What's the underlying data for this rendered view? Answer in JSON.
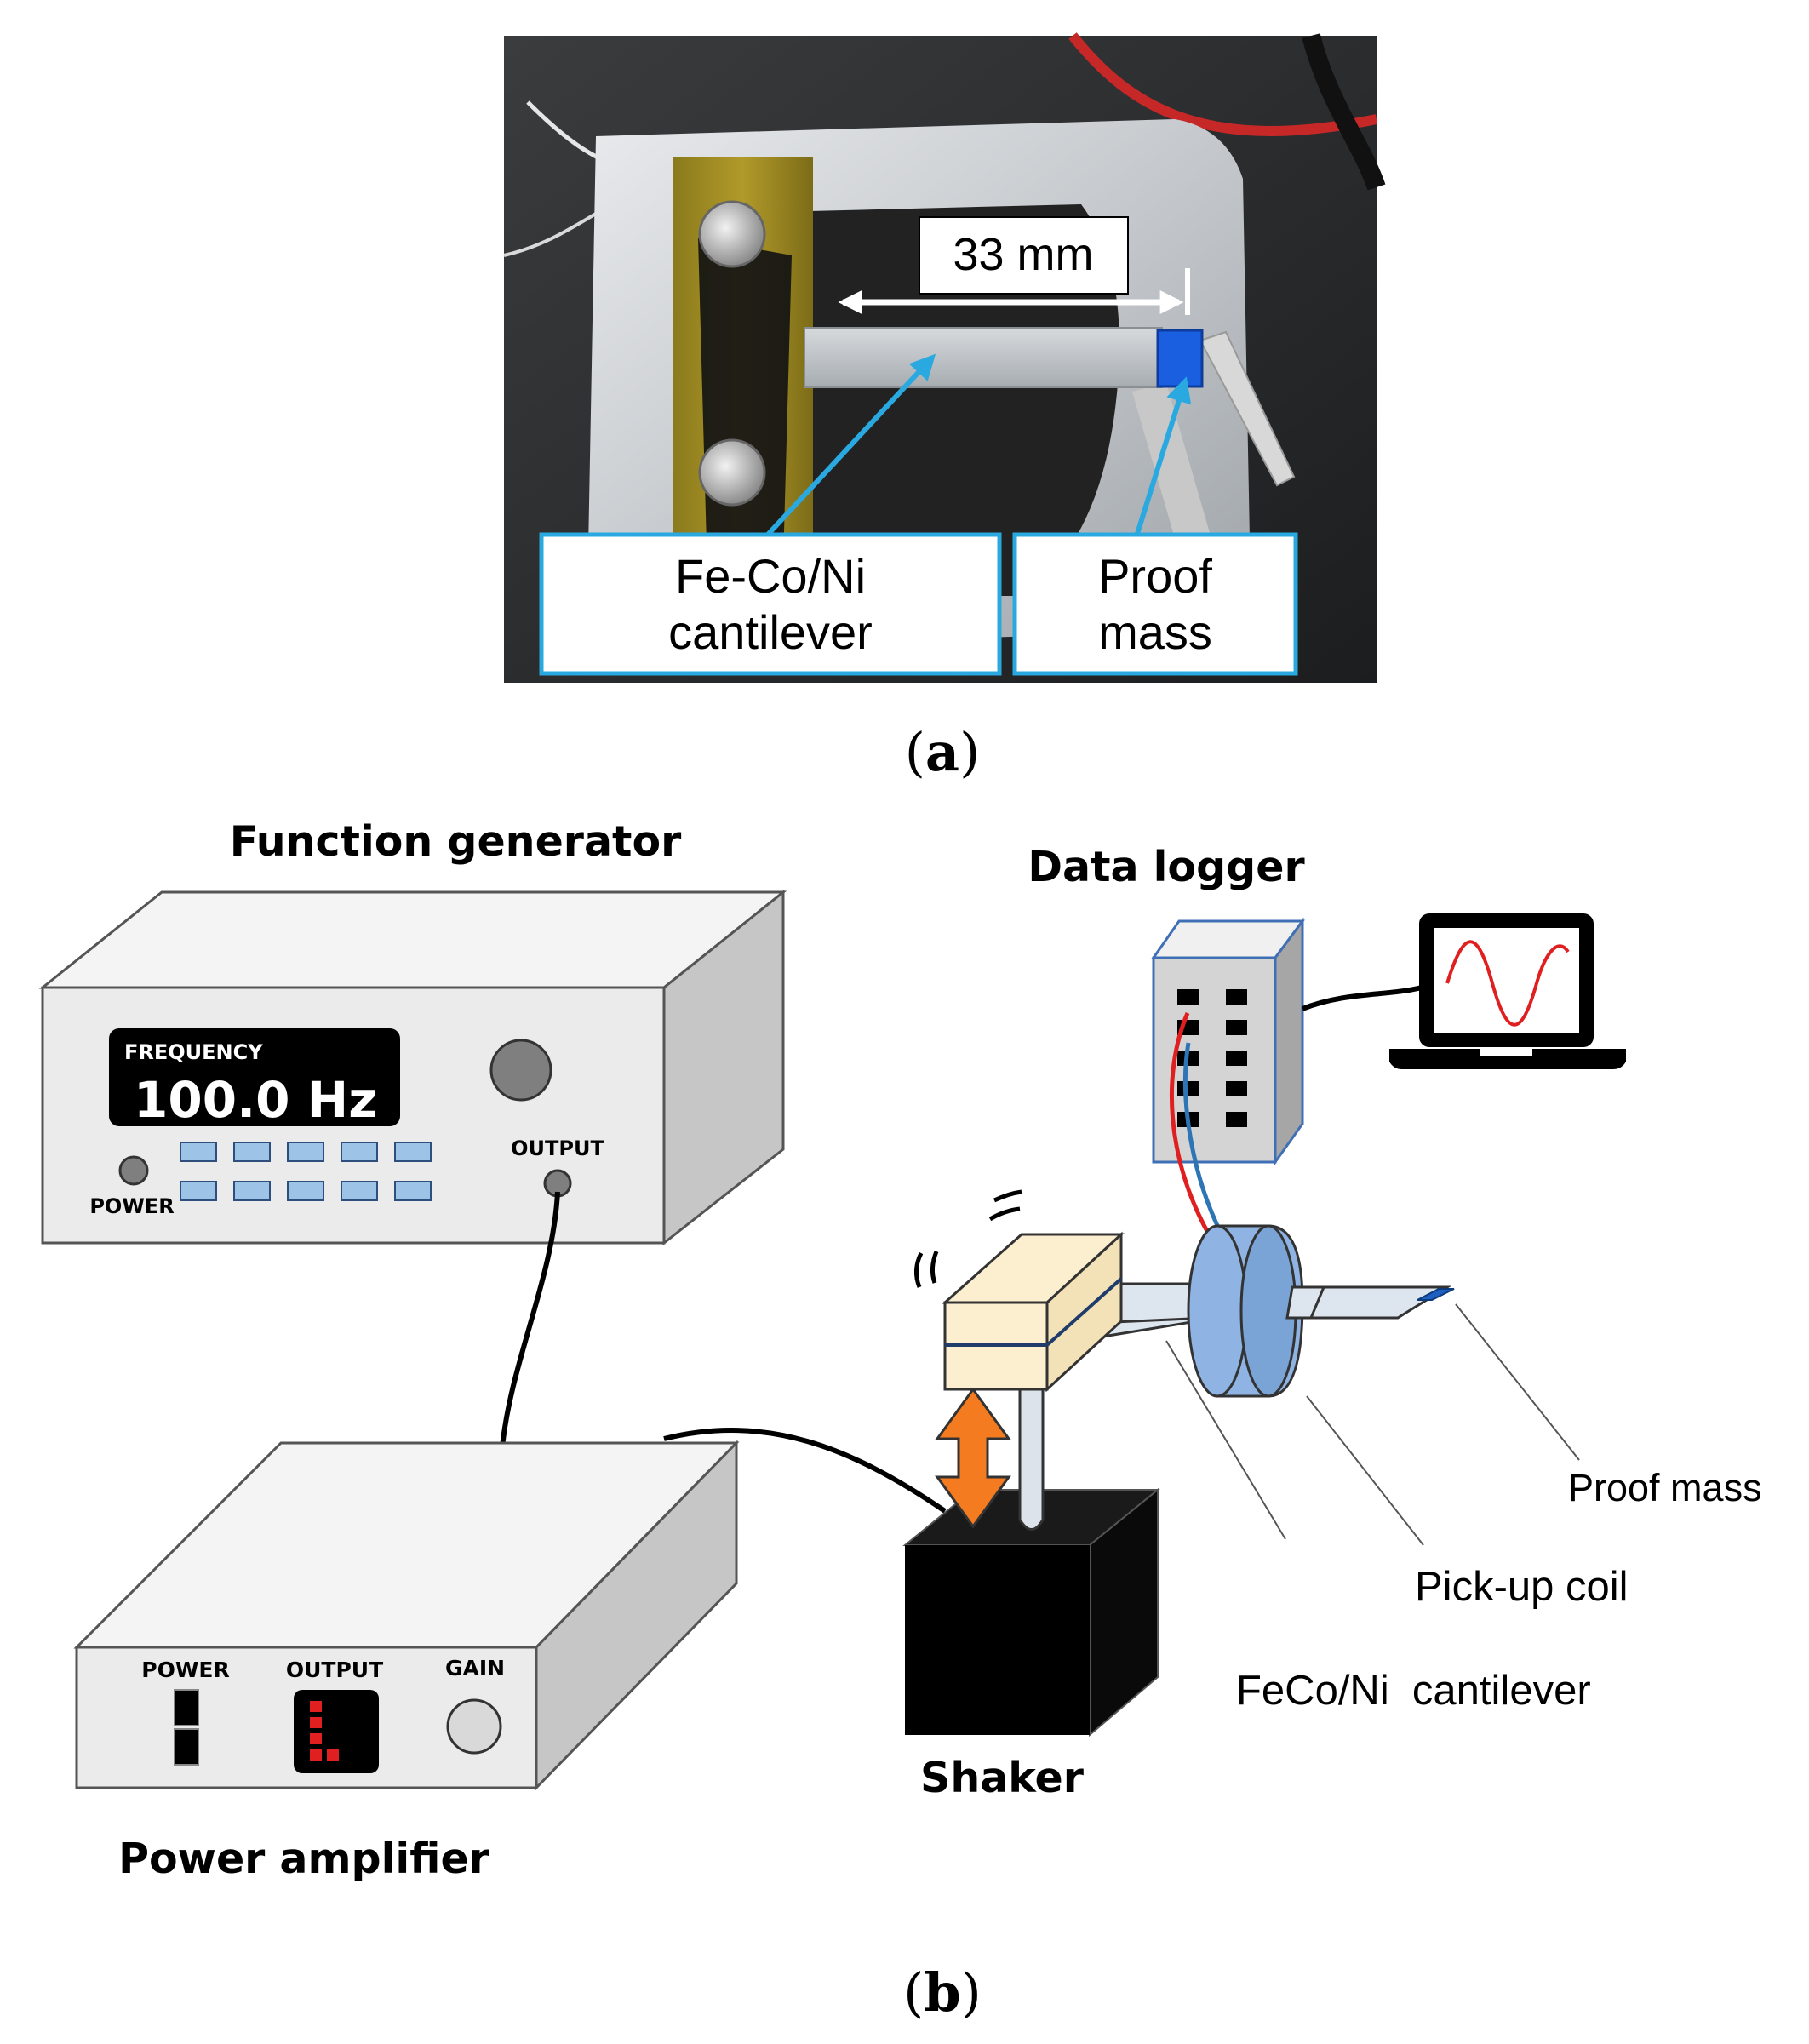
{
  "panel_a": {
    "dimension": "33 mm",
    "label_cantilever_line1": "Fe-Co/Ni",
    "label_cantilever_line2": "cantilever",
    "label_mass_line1": "Proof",
    "label_mass_line2": "mass",
    "caption_open": "(",
    "caption_letter": "a",
    "caption_close": ")"
  },
  "panel_b": {
    "function_generator": {
      "title": "Function generator",
      "display_label": "FREQUENCY",
      "display_value": "100.0 Hz",
      "power_label": "POWER",
      "output_label": "OUTPUT"
    },
    "data_logger": {
      "title": "Data logger"
    },
    "power_amplifier": {
      "title": "Power amplifier",
      "power_label": "POWER",
      "output_label": "OUTPUT",
      "gain_label": "GAIN"
    },
    "shaker": {
      "title": "Shaker"
    },
    "labels": {
      "proof_mass": "Proof mass",
      "pickup_coil": "Pick-up coil",
      "cantilever": "FeCo/Ni  cantilever"
    },
    "caption_open": "(",
    "caption_letter": "b",
    "caption_close": ")"
  },
  "colors": {
    "accent_blue": "#29a9e0",
    "coil_blue": "#8fb4e3",
    "button_blue": "#9dc3e6",
    "wire_red": "#e02020",
    "wire_blue": "#2e75b6",
    "arrow_orange": "#f47b20",
    "clamp_cream": "#fcefd0"
  }
}
